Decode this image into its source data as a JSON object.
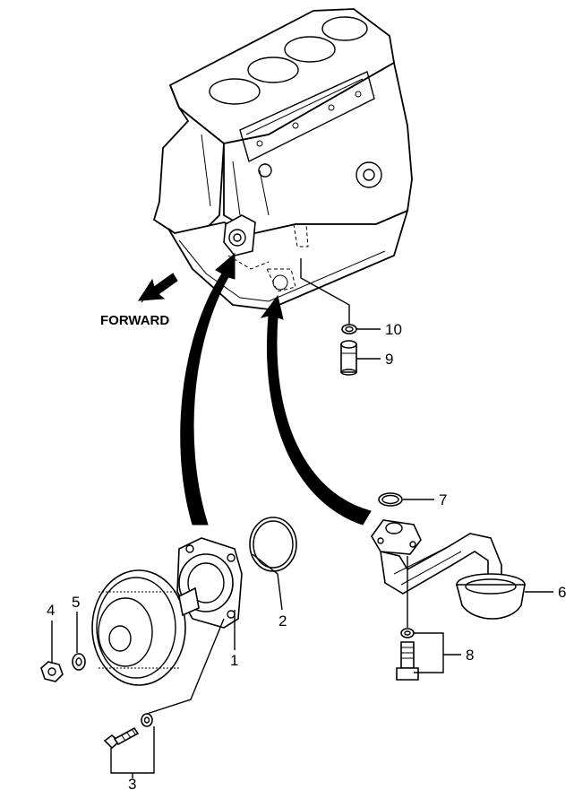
{
  "diagram": {
    "forward_label": "FORWARD",
    "callouts": [
      {
        "number": "1",
        "part": "oil-pump-body"
      },
      {
        "number": "2",
        "part": "o-ring"
      },
      {
        "number": "3",
        "part": "bolt-and-washer"
      },
      {
        "number": "4",
        "part": "nut"
      },
      {
        "number": "5",
        "part": "washer"
      },
      {
        "number": "6",
        "part": "oil-strainer"
      },
      {
        "number": "7",
        "part": "o-ring"
      },
      {
        "number": "8",
        "part": "bolt-and-washer"
      },
      {
        "number": "9",
        "part": "relief-valve"
      },
      {
        "number": "10",
        "part": "gasket"
      }
    ]
  }
}
